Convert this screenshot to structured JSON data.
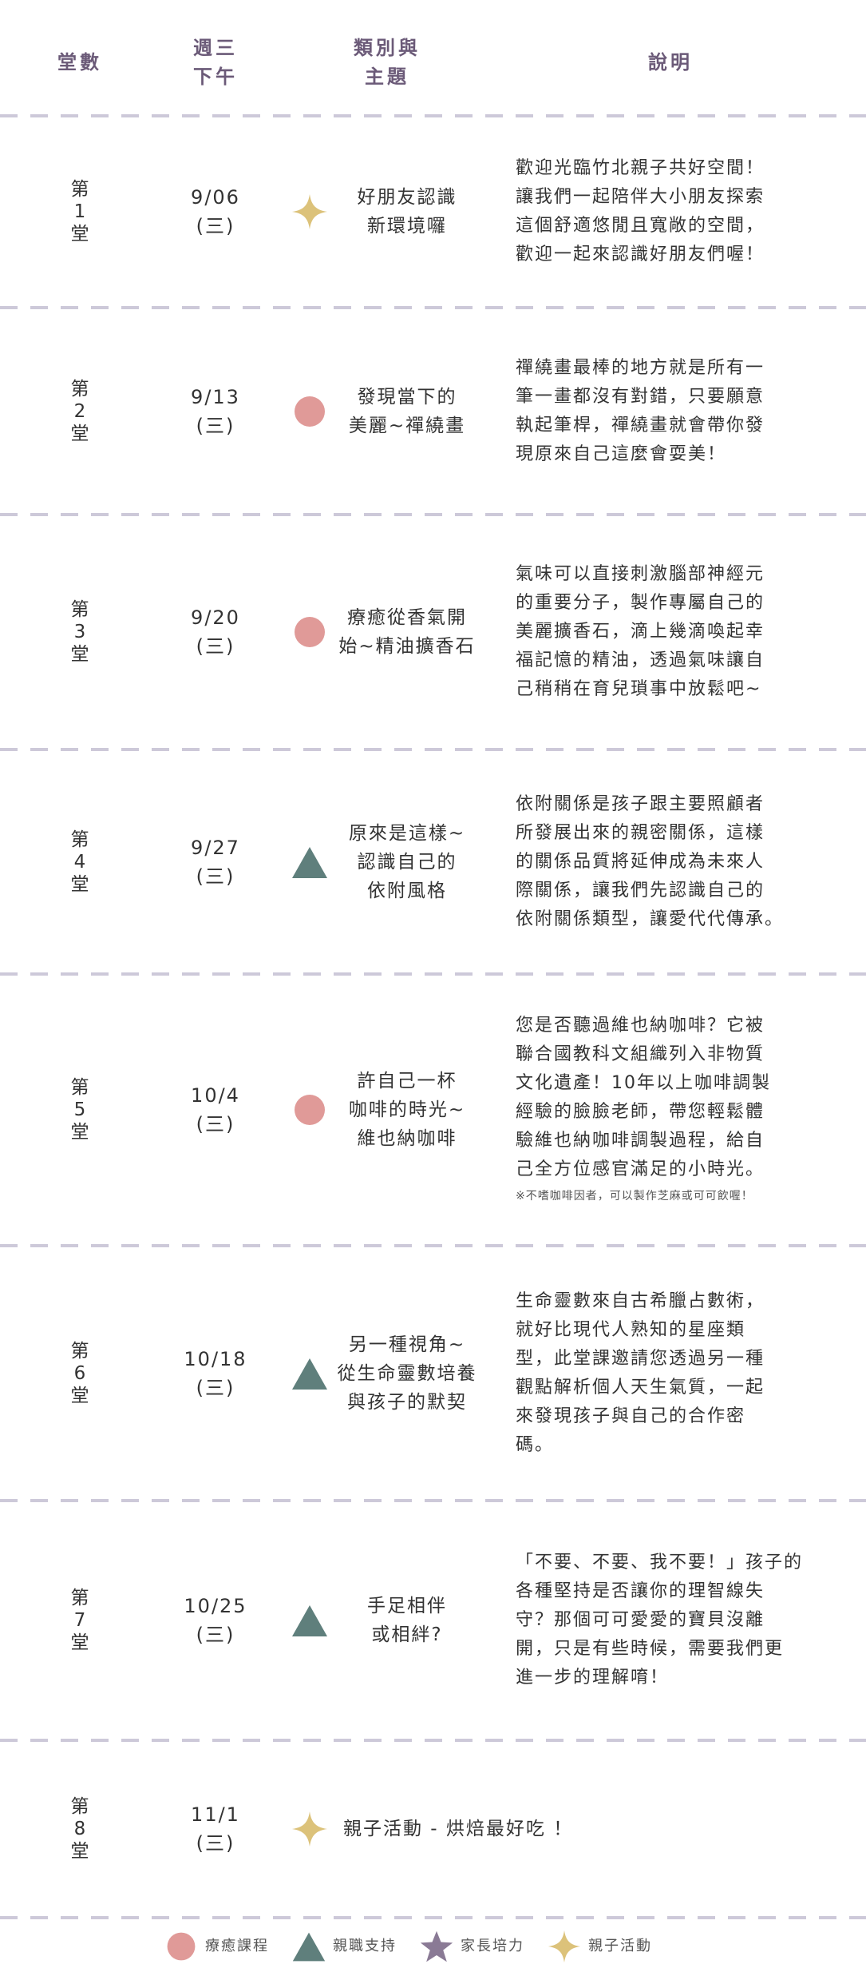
{
  "header": {
    "col_session": "堂數",
    "col_time_line1": "週三",
    "col_time_line2": "下午",
    "col_topic_line1": "類別與",
    "col_topic_line2": "主題",
    "col_desc": "說明"
  },
  "colors": {
    "healing": "#e09a98",
    "parenting": "#5f7f7c",
    "parent_training": "#8a7a95",
    "family": "#dcc27a",
    "divider": "#cdc9d9",
    "header_text": "#6b5a78"
  },
  "sessions": [
    {
      "num": [
        "第",
        "1",
        "堂"
      ],
      "date": "9/06",
      "weekday": "(三)",
      "icon": "star-icon",
      "topic": [
        "好朋友認識",
        "新環境囉"
      ],
      "desc": [
        "歡迎光臨竹北親子共好空間！",
        "讓我們一起陪伴大小朋友探索",
        "這個舒適悠閒且寬敞的空間，",
        "歡迎一起來認識好朋友們喔！"
      ],
      "note": ""
    },
    {
      "num": [
        "第",
        "2",
        "堂"
      ],
      "date": "9/13",
      "weekday": "(三)",
      "icon": "circle-icon",
      "topic": [
        "發現當下的",
        "美麗~禪繞畫"
      ],
      "desc": [
        "禪繞畫最棒的地方就是所有一",
        "筆一畫都沒有對錯，只要願意",
        "執起筆桿，禪繞畫就會帶你發",
        "現原來自己這麼會耍美！"
      ],
      "note": ""
    },
    {
      "num": [
        "第",
        "3",
        "堂"
      ],
      "date": "9/20",
      "weekday": "(三)",
      "icon": "circle-icon",
      "topic": [
        "療癒從香氣開",
        "始~精油擴香石"
      ],
      "desc": [
        "氣味可以直接刺激腦部神經元",
        "的重要分子，製作專屬自己的",
        "美麗擴香石，滴上幾滴喚起幸",
        "福記憶的精油，透過氣味讓自",
        "己稍稍在育兒瑣事中放鬆吧~"
      ],
      "note": ""
    },
    {
      "num": [
        "第",
        "4",
        "堂"
      ],
      "date": "9/27",
      "weekday": "(三)",
      "icon": "triangle-icon",
      "topic": [
        "原來是這樣~",
        "認識自己的",
        "依附風格"
      ],
      "desc": [
        "依附關係是孩子跟主要照顧者",
        "所發展出來的親密關係，這樣",
        "的關係品質將延伸成為未來人",
        "際關係，讓我們先認識自己的",
        "依附關係類型，讓愛代代傳承。"
      ],
      "note": ""
    },
    {
      "num": [
        "第",
        "5",
        "堂"
      ],
      "date": "10/4",
      "weekday": "(三)",
      "icon": "circle-icon",
      "topic": [
        "許自己一杯",
        "咖啡的時光~",
        "維也納咖啡"
      ],
      "desc": [
        "您是否聽過維也納咖啡？它被",
        "聯合國教科文組織列入非物質",
        "文化遺產！10年以上咖啡調製",
        "經驗的臉臉老師，帶您輕鬆體",
        "驗維也納咖啡調製過程，給自",
        "己全方位感官滿足的小時光。"
      ],
      "note": "※不嗜咖啡因者，可以製作芝麻或可可飲喔！"
    },
    {
      "num": [
        "第",
        "6",
        "堂"
      ],
      "date": "10/18",
      "weekday": "(三)",
      "icon": "triangle-icon",
      "topic": [
        "另一種視角~",
        "從生命靈數培養",
        "與孩子的默契"
      ],
      "desc": [
        "生命靈數來自古希臘占數術，",
        "就好比現代人熟知的星座類",
        "型，此堂課邀請您透過另一種",
        "觀點解析個人天生氣質，一起",
        "來發現孩子與自己的合作密",
        "碼。"
      ],
      "note": ""
    },
    {
      "num": [
        "第",
        "7",
        "堂"
      ],
      "date": "10/25",
      "weekday": "(三)",
      "icon": "triangle-icon",
      "topic": [
        "手足相伴",
        "或相絆?"
      ],
      "desc": [
        "「不要、不要、我不要！」孩子的",
        "各種堅持是否讓你的理智線失",
        "守？那個可可愛愛的寶貝沒離",
        "開，只是有些時候，需要我們更",
        "進一步的理解唷！"
      ],
      "note": ""
    },
    {
      "num": [
        "第",
        "8",
        "堂"
      ],
      "date": "11/1",
      "weekday": "(三)",
      "icon": "star-icon",
      "topic": [
        "親子活動 - 烘焙最好吃 ！"
      ],
      "desc": [],
      "note": ""
    }
  ],
  "legend": [
    {
      "icon": "circle-icon",
      "label": "療癒課程"
    },
    {
      "icon": "triangle-icon",
      "label": "親職支持"
    },
    {
      "icon": "star-icon",
      "label": "家長培力"
    },
    {
      "icon": "sparkle-icon",
      "label": "親子活動"
    }
  ]
}
